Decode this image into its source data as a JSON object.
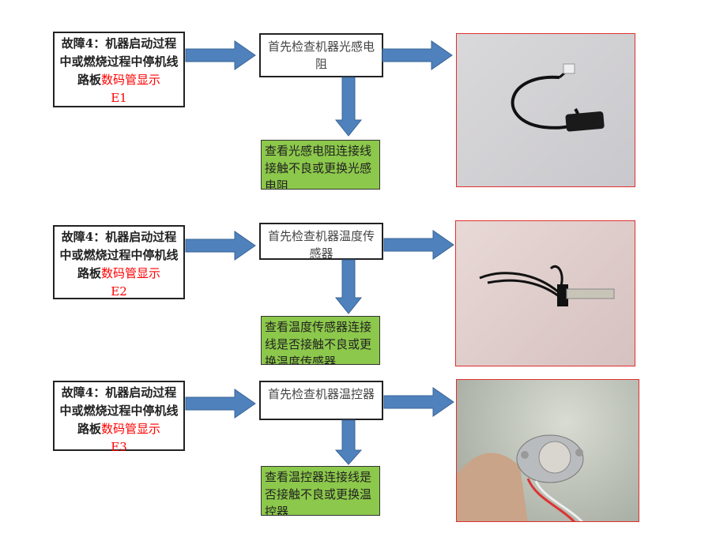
{
  "rows": [
    {
      "fault_prefix": "故障4：机器启动过程中或燃烧过程中停机线路板",
      "fault_highlight": "数码管显示",
      "fault_code": "E1",
      "check": "首先检查机器光感电阻",
      "fix": "查看光感电阻连接线接触不良或更换光感电阻",
      "photo": "light-sensor-photo"
    },
    {
      "fault_prefix": "故障4：机器启动过程中或燃烧过程中停机线路板",
      "fault_highlight": "数码管显示",
      "fault_code": "E2",
      "check": "首先检查机器温度传感器",
      "fix": "查看温度传感器连接线是否接触不良或更换温度传感器",
      "photo": "temperature-sensor-photo"
    },
    {
      "fault_prefix": "故障4：机器启动过程中或燃烧过程中停机线路板",
      "fault_highlight": "数码管显示",
      "fault_code": "E3",
      "check": "首先检查机器温控器",
      "fix": "查看温控器连接线是否接触不良或更换温控器",
      "photo": "thermostat-photo"
    }
  ],
  "colors": {
    "arrow": "#4f81bd",
    "fix_bg": "#8cc84b",
    "highlight": "#ff0000",
    "photo_border": "#e03030"
  }
}
